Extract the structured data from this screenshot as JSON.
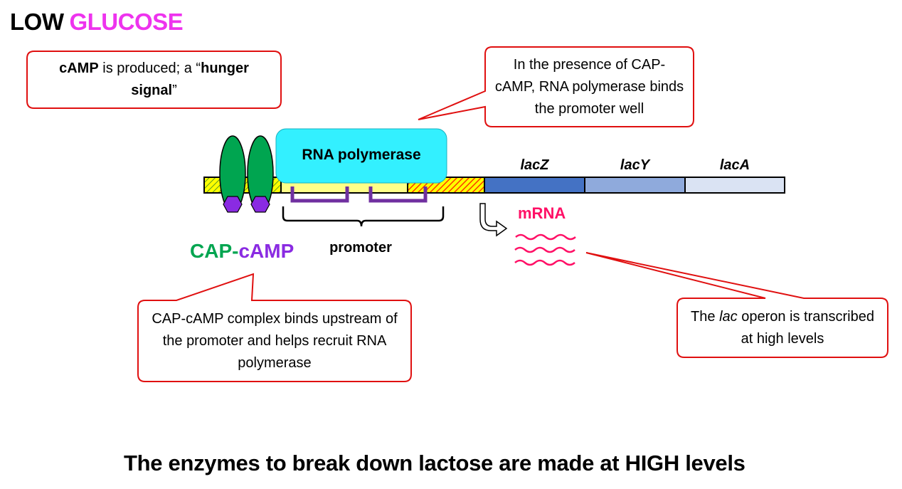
{
  "title": {
    "word1": "LOW",
    "word2": "GLUCOSE",
    "word1_color": "#000000",
    "word2_color": "#ee33ee"
  },
  "callouts": {
    "camp": {
      "bold1": "cAMP",
      "text1": " is produced; a “",
      "bold2": "hunger signal",
      "text2": "”"
    },
    "polymerase": {
      "text": "In the presence of CAP-cAMP, RNA polymerase binds the promoter well"
    },
    "cap_complex": {
      "text": "CAP-cAMP complex binds upstream of the promoter and helps recruit RNA polymerase"
    },
    "operon": {
      "text1": "The ",
      "italic": "lac",
      "text2": " operon is transcribed at high levels"
    }
  },
  "labels": {
    "rna_polymerase": "RNA polymerase",
    "promoter": "promoter",
    "mrna": "mRNA",
    "cap": "CAP",
    "dash": "-",
    "camp": "cAMP"
  },
  "genes": [
    {
      "name": "lacZ",
      "color": "#4472c4"
    },
    {
      "name": "lacY",
      "color": "#8faadc"
    },
    {
      "name": "lacA",
      "color": "#dae3f3"
    }
  ],
  "colors": {
    "callout_border": "#e01010",
    "cap_green": "#00a550",
    "camp_purple": "#8a2be2",
    "polymerase_cyan": "#33f0ff",
    "mrna_pink": "#ff1066",
    "promoter_purple": "#7030a0",
    "hatch_yellow": "#ffff00",
    "hatch_red": "#ff3300"
  },
  "bottom_text": "The enzymes to break down lactose are made at HIGH levels"
}
